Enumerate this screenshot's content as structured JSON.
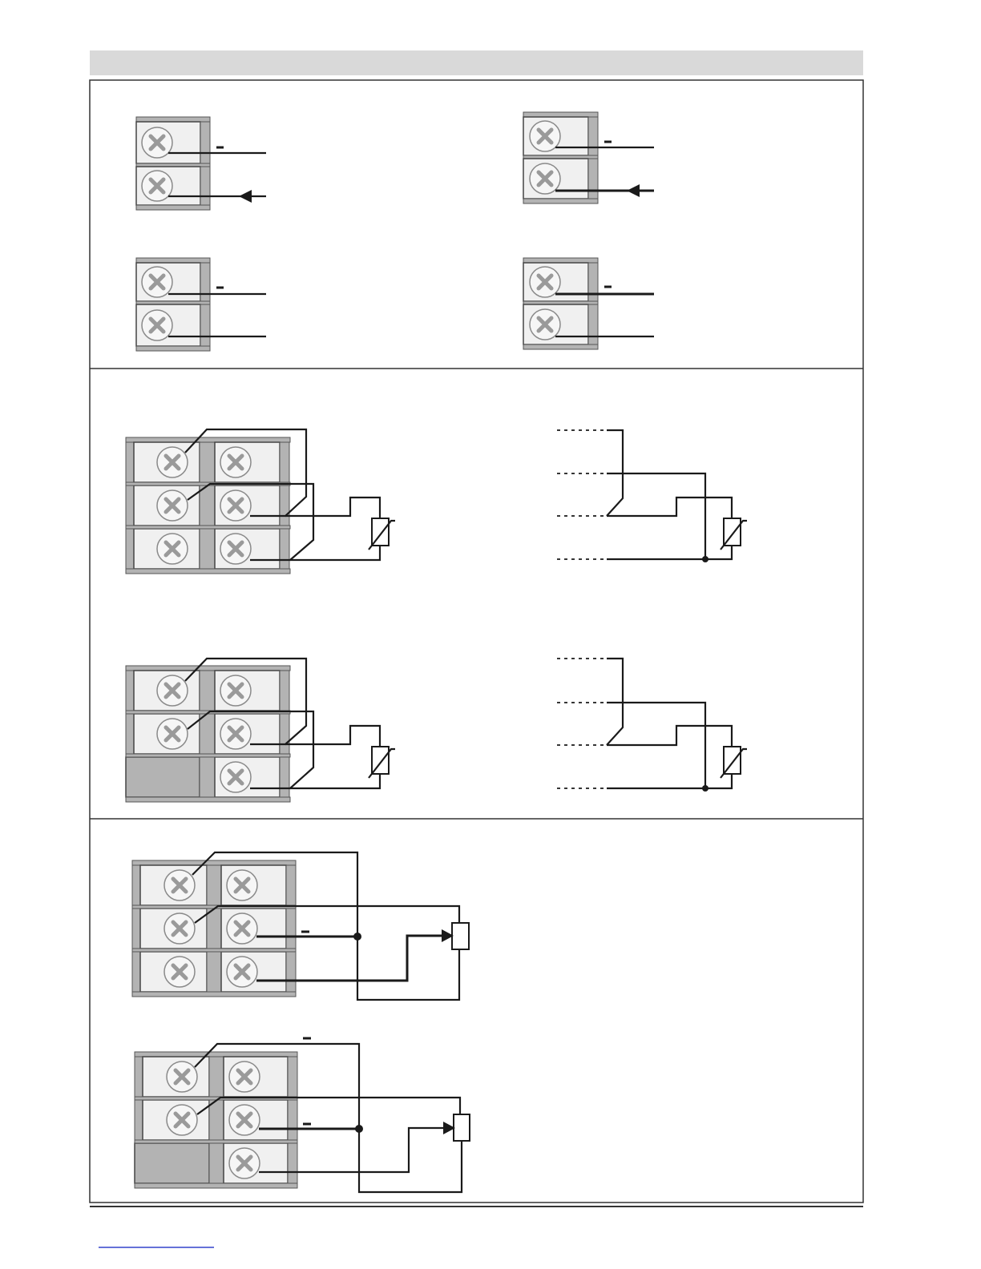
{
  "header": {
    "color": "#d9d9d9"
  },
  "panels": [
    {
      "id": "current-input-2wire",
      "blocks": 4,
      "marks": [
        "minus",
        "arrow"
      ]
    },
    {
      "id": "rtd-3wire",
      "blocks": 4,
      "marks": [
        "thermistor"
      ]
    },
    {
      "id": "potentiometer",
      "blocks": 2,
      "marks": [
        "minus",
        "potentiometer"
      ]
    }
  ],
  "colors": {
    "line": "#1a1a1a",
    "terminal_bar": "#b3b3b3",
    "cell_fill": "#f0f0f0",
    "screw": "#9a9a9a"
  },
  "icons": [
    "screw-terminal-icon",
    "thermistor-icon",
    "potentiometer-icon",
    "junction-dot-icon",
    "arrow-icon"
  ]
}
